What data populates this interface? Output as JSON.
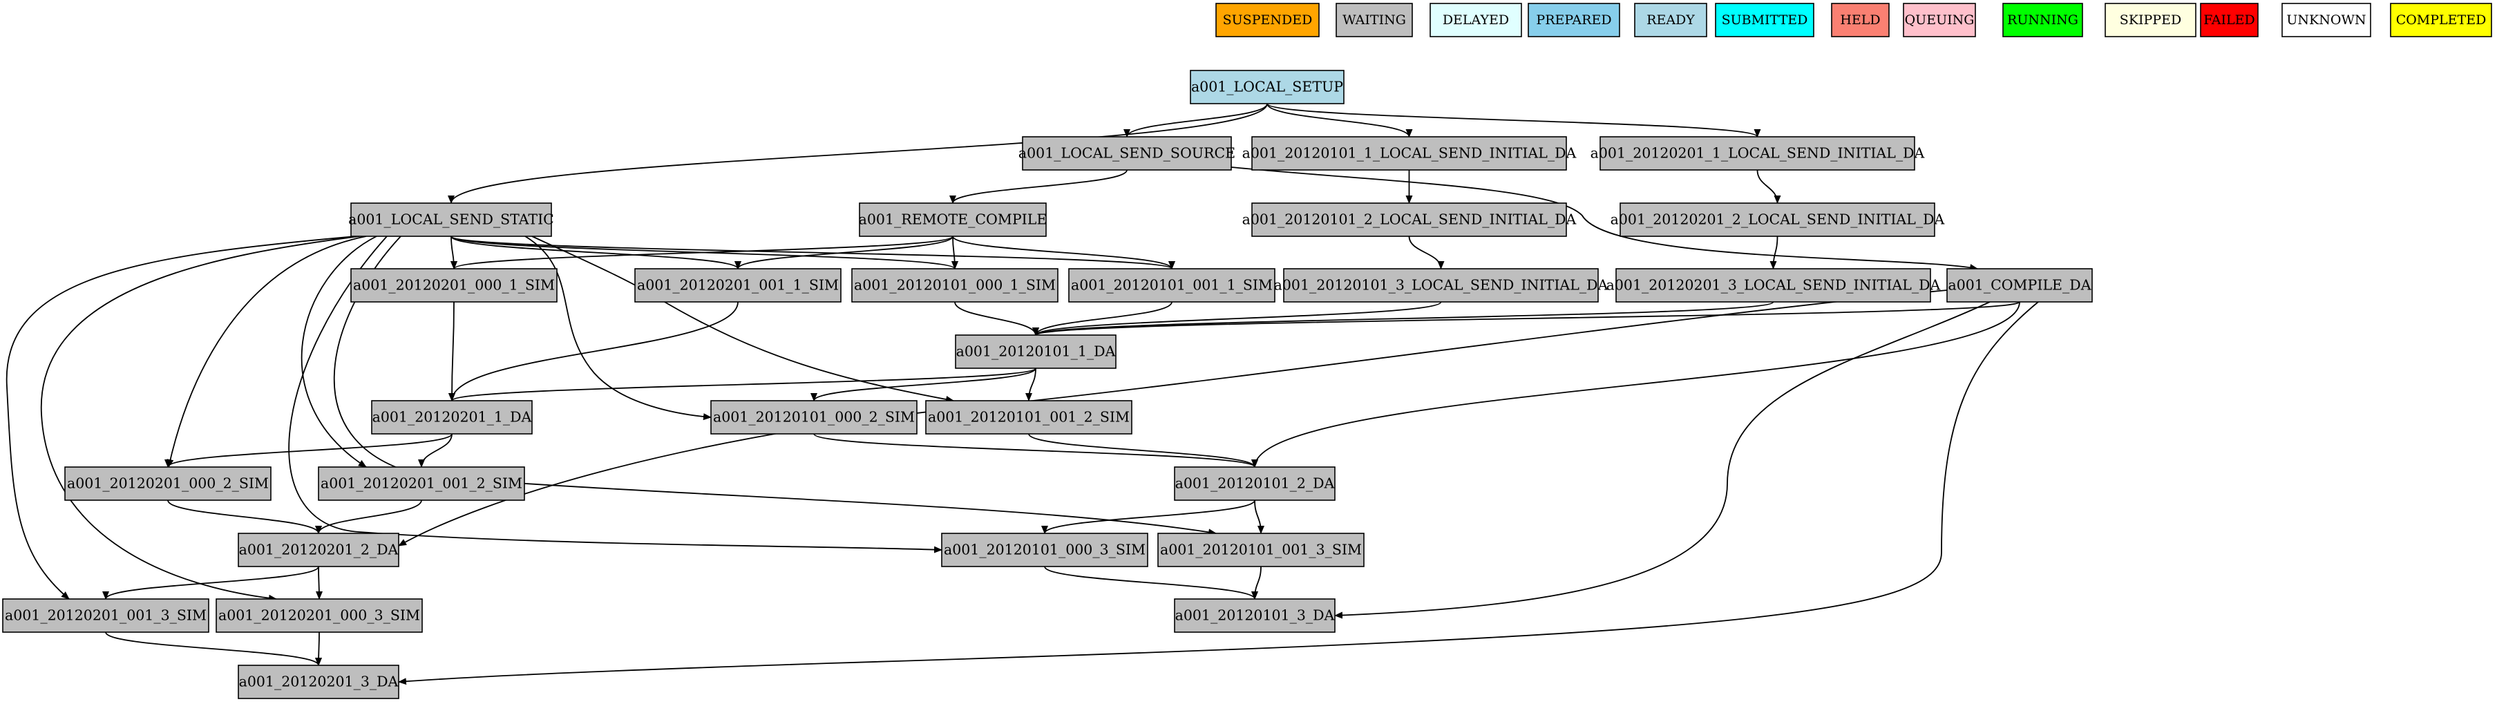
{
  "legend": [
    {
      "id": "suspended",
      "label": "SUSPENDED",
      "color": "#ffa500"
    },
    {
      "id": "waiting",
      "label": "WAITING",
      "color": "#bebebe"
    },
    {
      "id": "delayed",
      "label": "DELAYED",
      "color": "#e0ffff"
    },
    {
      "id": "prepared",
      "label": "PREPARED",
      "color": "#87ceeb"
    },
    {
      "id": "ready",
      "label": "READY",
      "color": "#add8e6"
    },
    {
      "id": "submitted",
      "label": "SUBMITTED",
      "color": "#00ffff"
    },
    {
      "id": "held",
      "label": "HELD",
      "color": "#fa8072"
    },
    {
      "id": "queuing",
      "label": "QUEUING",
      "color": "#ffc0cb"
    },
    {
      "id": "running",
      "label": "RUNNING",
      "color": "#00ff00"
    },
    {
      "id": "skipped",
      "label": "SKIPPED",
      "color": "#ffffe0"
    },
    {
      "id": "failed",
      "label": "FAILED",
      "color": "#ff0000"
    },
    {
      "id": "unknown",
      "label": "UNKNOWN",
      "color": "#ffffff"
    },
    {
      "id": "completed",
      "label": "COMPLETED",
      "color": "#ffff00"
    }
  ],
  "nodes": [
    {
      "id": "local_setup",
      "label": "a001_LOCAL_SETUP",
      "state": "ready"
    },
    {
      "id": "send_source",
      "label": "a001_LOCAL_SEND_SOURCE",
      "state": "waiting"
    },
    {
      "id": "d0101_1_init",
      "label": "a001_20120101_1_LOCAL_SEND_INITIAL_DA",
      "state": "waiting"
    },
    {
      "id": "d0201_1_init",
      "label": "a001_20120201_1_LOCAL_SEND_INITIAL_DA",
      "state": "waiting"
    },
    {
      "id": "send_static",
      "label": "a001_LOCAL_SEND_STATIC",
      "state": "waiting"
    },
    {
      "id": "remote_compile",
      "label": "a001_REMOTE_COMPILE",
      "state": "waiting"
    },
    {
      "id": "d0101_2_init",
      "label": "a001_20120101_2_LOCAL_SEND_INITIAL_DA",
      "state": "waiting"
    },
    {
      "id": "d0201_2_init",
      "label": "a001_20120201_2_LOCAL_SEND_INITIAL_DA",
      "state": "waiting"
    },
    {
      "id": "d0201_000_1_sim",
      "label": "a001_20120201_000_1_SIM",
      "state": "waiting"
    },
    {
      "id": "d0201_001_1_sim",
      "label": "a001_20120201_001_1_SIM",
      "state": "waiting"
    },
    {
      "id": "d0101_000_1_sim",
      "label": "a001_20120101_000_1_SIM",
      "state": "waiting"
    },
    {
      "id": "d0101_001_1_sim",
      "label": "a001_20120101_001_1_SIM",
      "state": "waiting"
    },
    {
      "id": "d0101_3_init",
      "label": "a001_20120101_3_LOCAL_SEND_INITIAL_DA",
      "state": "waiting"
    },
    {
      "id": "d0201_3_init",
      "label": "a001_20120201_3_LOCAL_SEND_INITIAL_DA",
      "state": "waiting"
    },
    {
      "id": "compile_da",
      "label": "a001_COMPILE_DA",
      "state": "waiting"
    },
    {
      "id": "d0101_1_da",
      "label": "a001_20120101_1_DA",
      "state": "waiting"
    },
    {
      "id": "d0201_1_da",
      "label": "a001_20120201_1_DA",
      "state": "waiting"
    },
    {
      "id": "d0101_000_2_sim",
      "label": "a001_20120101_000_2_SIM",
      "state": "waiting"
    },
    {
      "id": "d0101_001_2_sim",
      "label": "a001_20120101_001_2_SIM",
      "state": "waiting"
    },
    {
      "id": "d0201_000_2_sim",
      "label": "a001_20120201_000_2_SIM",
      "state": "waiting"
    },
    {
      "id": "d0201_001_2_sim",
      "label": "a001_20120201_001_2_SIM",
      "state": "waiting"
    },
    {
      "id": "d0101_2_da",
      "label": "a001_20120101_2_DA",
      "state": "waiting"
    },
    {
      "id": "d0201_2_da",
      "label": "a001_20120201_2_DA",
      "state": "waiting"
    },
    {
      "id": "d0101_000_3_sim",
      "label": "a001_20120101_000_3_SIM",
      "state": "waiting"
    },
    {
      "id": "d0101_001_3_sim",
      "label": "a001_20120101_001_3_SIM",
      "state": "waiting"
    },
    {
      "id": "d0201_001_3_sim",
      "label": "a001_20120201_001_3_SIM",
      "state": "waiting"
    },
    {
      "id": "d0201_000_3_sim",
      "label": "a001_20120201_000_3_SIM",
      "state": "waiting"
    },
    {
      "id": "d0101_3_da",
      "label": "a001_20120101_3_DA",
      "state": "waiting"
    },
    {
      "id": "d0201_3_da",
      "label": "a001_20120201_3_DA",
      "state": "waiting"
    }
  ],
  "edges": [
    [
      "local_setup",
      "send_static"
    ],
    [
      "local_setup",
      "send_source"
    ],
    [
      "local_setup",
      "d0101_1_init"
    ],
    [
      "local_setup",
      "d0201_1_init"
    ],
    [
      "send_source",
      "remote_compile"
    ],
    [
      "send_source",
      "compile_da"
    ],
    [
      "d0101_1_init",
      "d0101_2_init"
    ],
    [
      "d0201_1_init",
      "d0201_2_init"
    ],
    [
      "d0101_2_init",
      "d0101_3_init"
    ],
    [
      "d0201_2_init",
      "d0201_3_init"
    ],
    [
      "send_static",
      "d0201_000_1_sim"
    ],
    [
      "send_static",
      "d0201_001_1_sim"
    ],
    [
      "send_static",
      "d0101_000_1_sim"
    ],
    [
      "send_static",
      "d0101_001_1_sim"
    ],
    [
      "send_static",
      "d0101_000_2_sim"
    ],
    [
      "send_static",
      "d0101_001_2_sim"
    ],
    [
      "send_static",
      "d0201_000_2_sim"
    ],
    [
      "send_static",
      "d0201_001_2_sim"
    ],
    [
      "send_static",
      "d0101_000_3_sim"
    ],
    [
      "send_static",
      "d0101_001_3_sim"
    ],
    [
      "send_static",
      "d0201_001_3_sim"
    ],
    [
      "send_static",
      "d0201_000_3_sim"
    ],
    [
      "remote_compile",
      "d0201_000_1_sim"
    ],
    [
      "remote_compile",
      "d0201_001_1_sim"
    ],
    [
      "remote_compile",
      "d0101_000_1_sim"
    ],
    [
      "remote_compile",
      "d0101_001_1_sim"
    ],
    [
      "d0201_000_1_sim",
      "d0201_1_da"
    ],
    [
      "d0201_001_1_sim",
      "d0201_1_da"
    ],
    [
      "d0101_000_1_sim",
      "d0101_1_da"
    ],
    [
      "d0101_001_1_sim",
      "d0101_1_da"
    ],
    [
      "d0101_3_init",
      "d0101_1_da"
    ],
    [
      "d0201_3_init",
      "d0101_1_da"
    ],
    [
      "compile_da",
      "d0101_1_da"
    ],
    [
      "compile_da",
      "d0101_2_da"
    ],
    [
      "compile_da",
      "d0201_2_da"
    ],
    [
      "compile_da",
      "d0101_3_da"
    ],
    [
      "compile_da",
      "d0201_3_da"
    ],
    [
      "d0101_1_da",
      "d0201_1_da"
    ],
    [
      "d0101_1_da",
      "d0101_000_2_sim"
    ],
    [
      "d0101_1_da",
      "d0101_001_2_sim"
    ],
    [
      "d0201_1_da",
      "d0201_000_2_sim"
    ],
    [
      "d0201_1_da",
      "d0201_001_2_sim"
    ],
    [
      "d0101_000_2_sim",
      "d0101_2_da"
    ],
    [
      "d0101_001_2_sim",
      "d0101_2_da"
    ],
    [
      "d0201_000_2_sim",
      "d0201_2_da"
    ],
    [
      "d0201_001_2_sim",
      "d0201_2_da"
    ],
    [
      "d0101_2_da",
      "d0101_000_3_sim"
    ],
    [
      "d0101_2_da",
      "d0101_001_3_sim"
    ],
    [
      "d0201_2_da",
      "d0201_001_3_sim"
    ],
    [
      "d0201_2_da",
      "d0201_000_3_sim"
    ],
    [
      "d0101_000_3_sim",
      "d0101_3_da"
    ],
    [
      "d0101_001_3_sim",
      "d0101_3_da"
    ],
    [
      "d0201_001_3_sim",
      "d0201_3_da"
    ],
    [
      "d0201_000_3_sim",
      "d0201_3_da"
    ]
  ]
}
